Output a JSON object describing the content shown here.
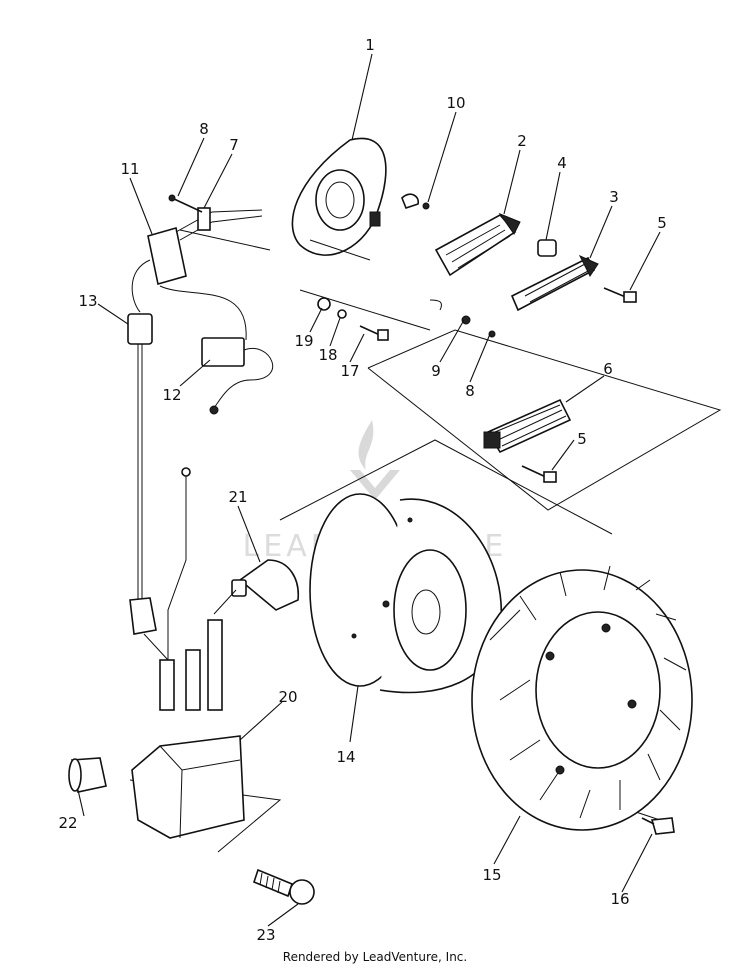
{
  "callouts": [
    {
      "id": "1",
      "text": "1"
    },
    {
      "id": "2",
      "text": "2"
    },
    {
      "id": "3",
      "text": "3"
    },
    {
      "id": "4",
      "text": "4"
    },
    {
      "id": "5a",
      "text": "5"
    },
    {
      "id": "5b",
      "text": "5"
    },
    {
      "id": "6",
      "text": "6"
    },
    {
      "id": "7",
      "text": "7"
    },
    {
      "id": "8a",
      "text": "8"
    },
    {
      "id": "8b",
      "text": "8"
    },
    {
      "id": "9",
      "text": "9"
    },
    {
      "id": "10",
      "text": "10"
    },
    {
      "id": "11",
      "text": "11"
    },
    {
      "id": "12",
      "text": "12"
    },
    {
      "id": "13",
      "text": "13"
    },
    {
      "id": "14",
      "text": "14"
    },
    {
      "id": "15",
      "text": "15"
    },
    {
      "id": "16",
      "text": "16"
    },
    {
      "id": "17",
      "text": "17"
    },
    {
      "id": "18",
      "text": "18"
    },
    {
      "id": "19",
      "text": "19"
    },
    {
      "id": "20",
      "text": "20"
    },
    {
      "id": "21",
      "text": "21"
    },
    {
      "id": "22",
      "text": "22"
    },
    {
      "id": "23",
      "text": "23"
    }
  ],
  "watermark": {
    "text": "LEADVENTURE"
  },
  "footer": {
    "text": "Rendered by LeadVenture, Inc."
  }
}
